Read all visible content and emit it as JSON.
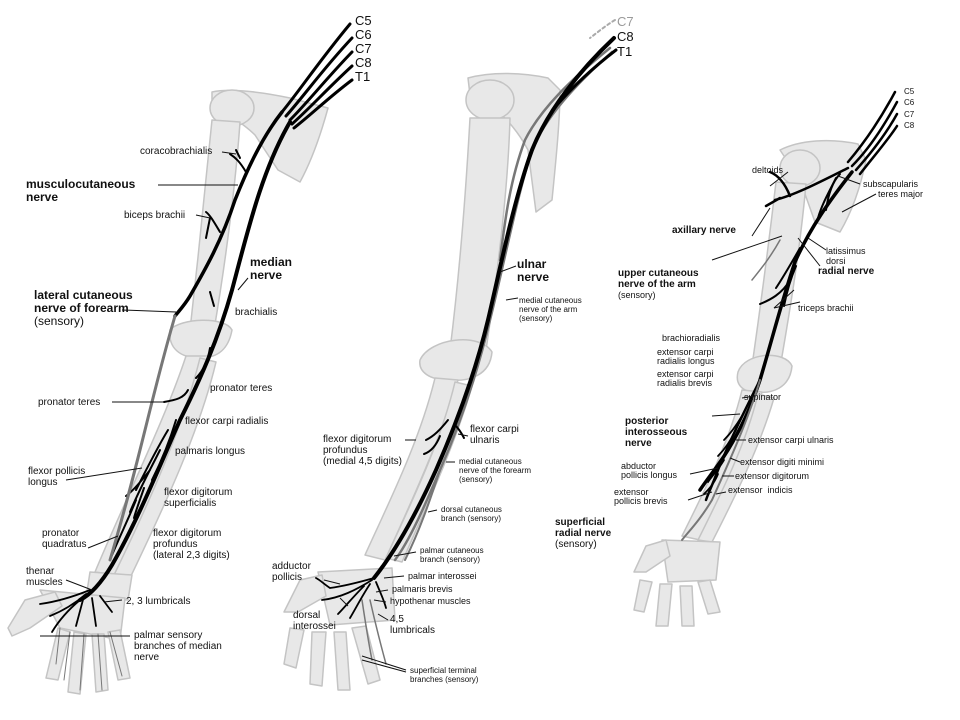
{
  "median_panel": {
    "roots": [
      "C5",
      "C6",
      "C7",
      "C8",
      "T1"
    ],
    "coracobrachialis": "coracobrachialis",
    "musculocutaneous": [
      "musculocutaneous",
      "nerve"
    ],
    "biceps_brachii": "biceps brachii",
    "median_nerve": [
      "median",
      "nerve"
    ],
    "lateral_cutaneous": [
      "lateral cutaneous",
      "nerve of forearm"
    ],
    "lateral_cutaneous_sensory": "(sensory)",
    "brachialis": "brachialis",
    "pronator_teres_right": "pronator teres",
    "pronator_teres_left": "pronator teres",
    "flexor_carpi_radialis": "flexor carpi radialis",
    "palmaris_longus": "palmaris longus",
    "flexor_pollicis_longus": [
      "flexor pollicis",
      "longus"
    ],
    "flexor_digitorum_superficialis": [
      "flexor digitorum",
      "superficialis"
    ],
    "pronator_quadratus": [
      "pronator",
      "quadratus"
    ],
    "flexor_digitorum_profundus": [
      "flexor digitorum",
      "profundus",
      "(lateral 2,3 digits)"
    ],
    "thenar_muscles": [
      "thenar",
      "muscles"
    ],
    "lumbricals": "2, 3 lumbricals",
    "palmar_sensory": [
      "palmar sensory",
      "branches of median",
      "nerve"
    ]
  },
  "ulnar_panel": {
    "roots": [
      "C7",
      "C8",
      "T1"
    ],
    "ulnar_nerve": [
      "ulnar",
      "nerve"
    ],
    "medial_cutaneous_arm": [
      "medial cutaneous",
      "nerve of the arm",
      "(sensory)"
    ],
    "flexor_digitorum_profundus": [
      "flexor digitorum",
      "profundus",
      "(medial 4,5 digits)"
    ],
    "flexor_carpi_ulnaris": [
      "flexor carpi",
      "ulnaris"
    ],
    "medial_cutaneous_forearm": [
      "medial cutaneous",
      "nerve of the forearm",
      "(sensory)"
    ],
    "dorsal_cutaneous": [
      "dorsal cutaneous",
      "branch (sensory)"
    ],
    "palmar_cutaneous": [
      "palmar cutaneous",
      "branch (sensory)"
    ],
    "adductor_pollicis": [
      "adductor",
      "pollicis"
    ],
    "palmar_interossei": "palmar interossei",
    "palmaris_brevis": "palmaris brevis",
    "hypothenar_muscles": "hypothenar muscles",
    "dorsal_interossei": [
      "dorsal",
      "interossei"
    ],
    "lumbricals": [
      "4,5",
      "lumbricals"
    ],
    "superficial_terminal": [
      "superficial terminal",
      "branches (sensory)"
    ]
  },
  "radial_panel": {
    "roots": [
      "C5",
      "C6",
      "C7",
      "C8"
    ],
    "deltoids": "deltoids",
    "subscapularis": "subscapularis",
    "teres_major": "teres major",
    "axillary_nerve": "axillary nerve",
    "latissimus_dorsi": [
      "latissimus",
      "dorsi"
    ],
    "radial_nerve": "radial nerve",
    "upper_cutaneous": [
      "upper cutaneous",
      "nerve of the arm"
    ],
    "upper_cutaneous_sensory": "(sensory)",
    "triceps_brachii": "triceps brachii",
    "brachioradialis": "brachioradialis",
    "ecrl": [
      "extensor carpi",
      "radialis longus"
    ],
    "ecrb": [
      "extensor carpi",
      "radialis brevis"
    ],
    "supinator": "supinator",
    "posterior_interosseous": [
      "posterior",
      "interosseous",
      "nerve"
    ],
    "extensor_carpi_ulnaris": "extensor carpi ulnaris",
    "extensor_digiti_minimi": "extensor digiti minimi",
    "abductor_pollicis_longus": [
      "abductor",
      "pollicis longus"
    ],
    "extensor_digitorum": "extensor digitorum",
    "extensor_pollicis_brevis": [
      "extensor",
      "pollicis brevis"
    ],
    "extensor_indicis": "extensor  indicis",
    "superficial_radial": [
      "superficial",
      "radial nerve"
    ],
    "superficial_radial_sensory": "(sensory)"
  },
  "colors": {
    "bone_fill": "#e8e8e8",
    "bone_stroke": "#c4c4c4",
    "nerve": "#000000",
    "sensory_nerve": "#777777",
    "leader": "#111111"
  }
}
